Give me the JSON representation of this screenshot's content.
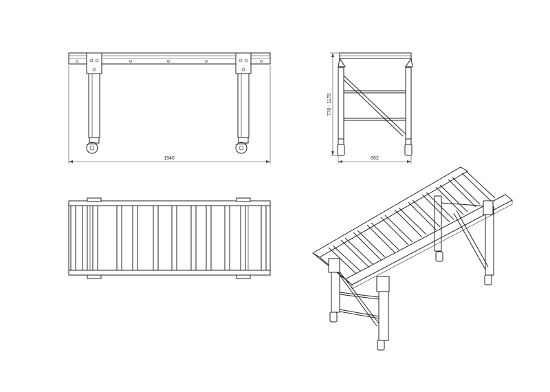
{
  "drawing": {
    "dimensions": {
      "front_width": "1540",
      "side_height": "770 - 1175",
      "side_depth": "562"
    }
  }
}
